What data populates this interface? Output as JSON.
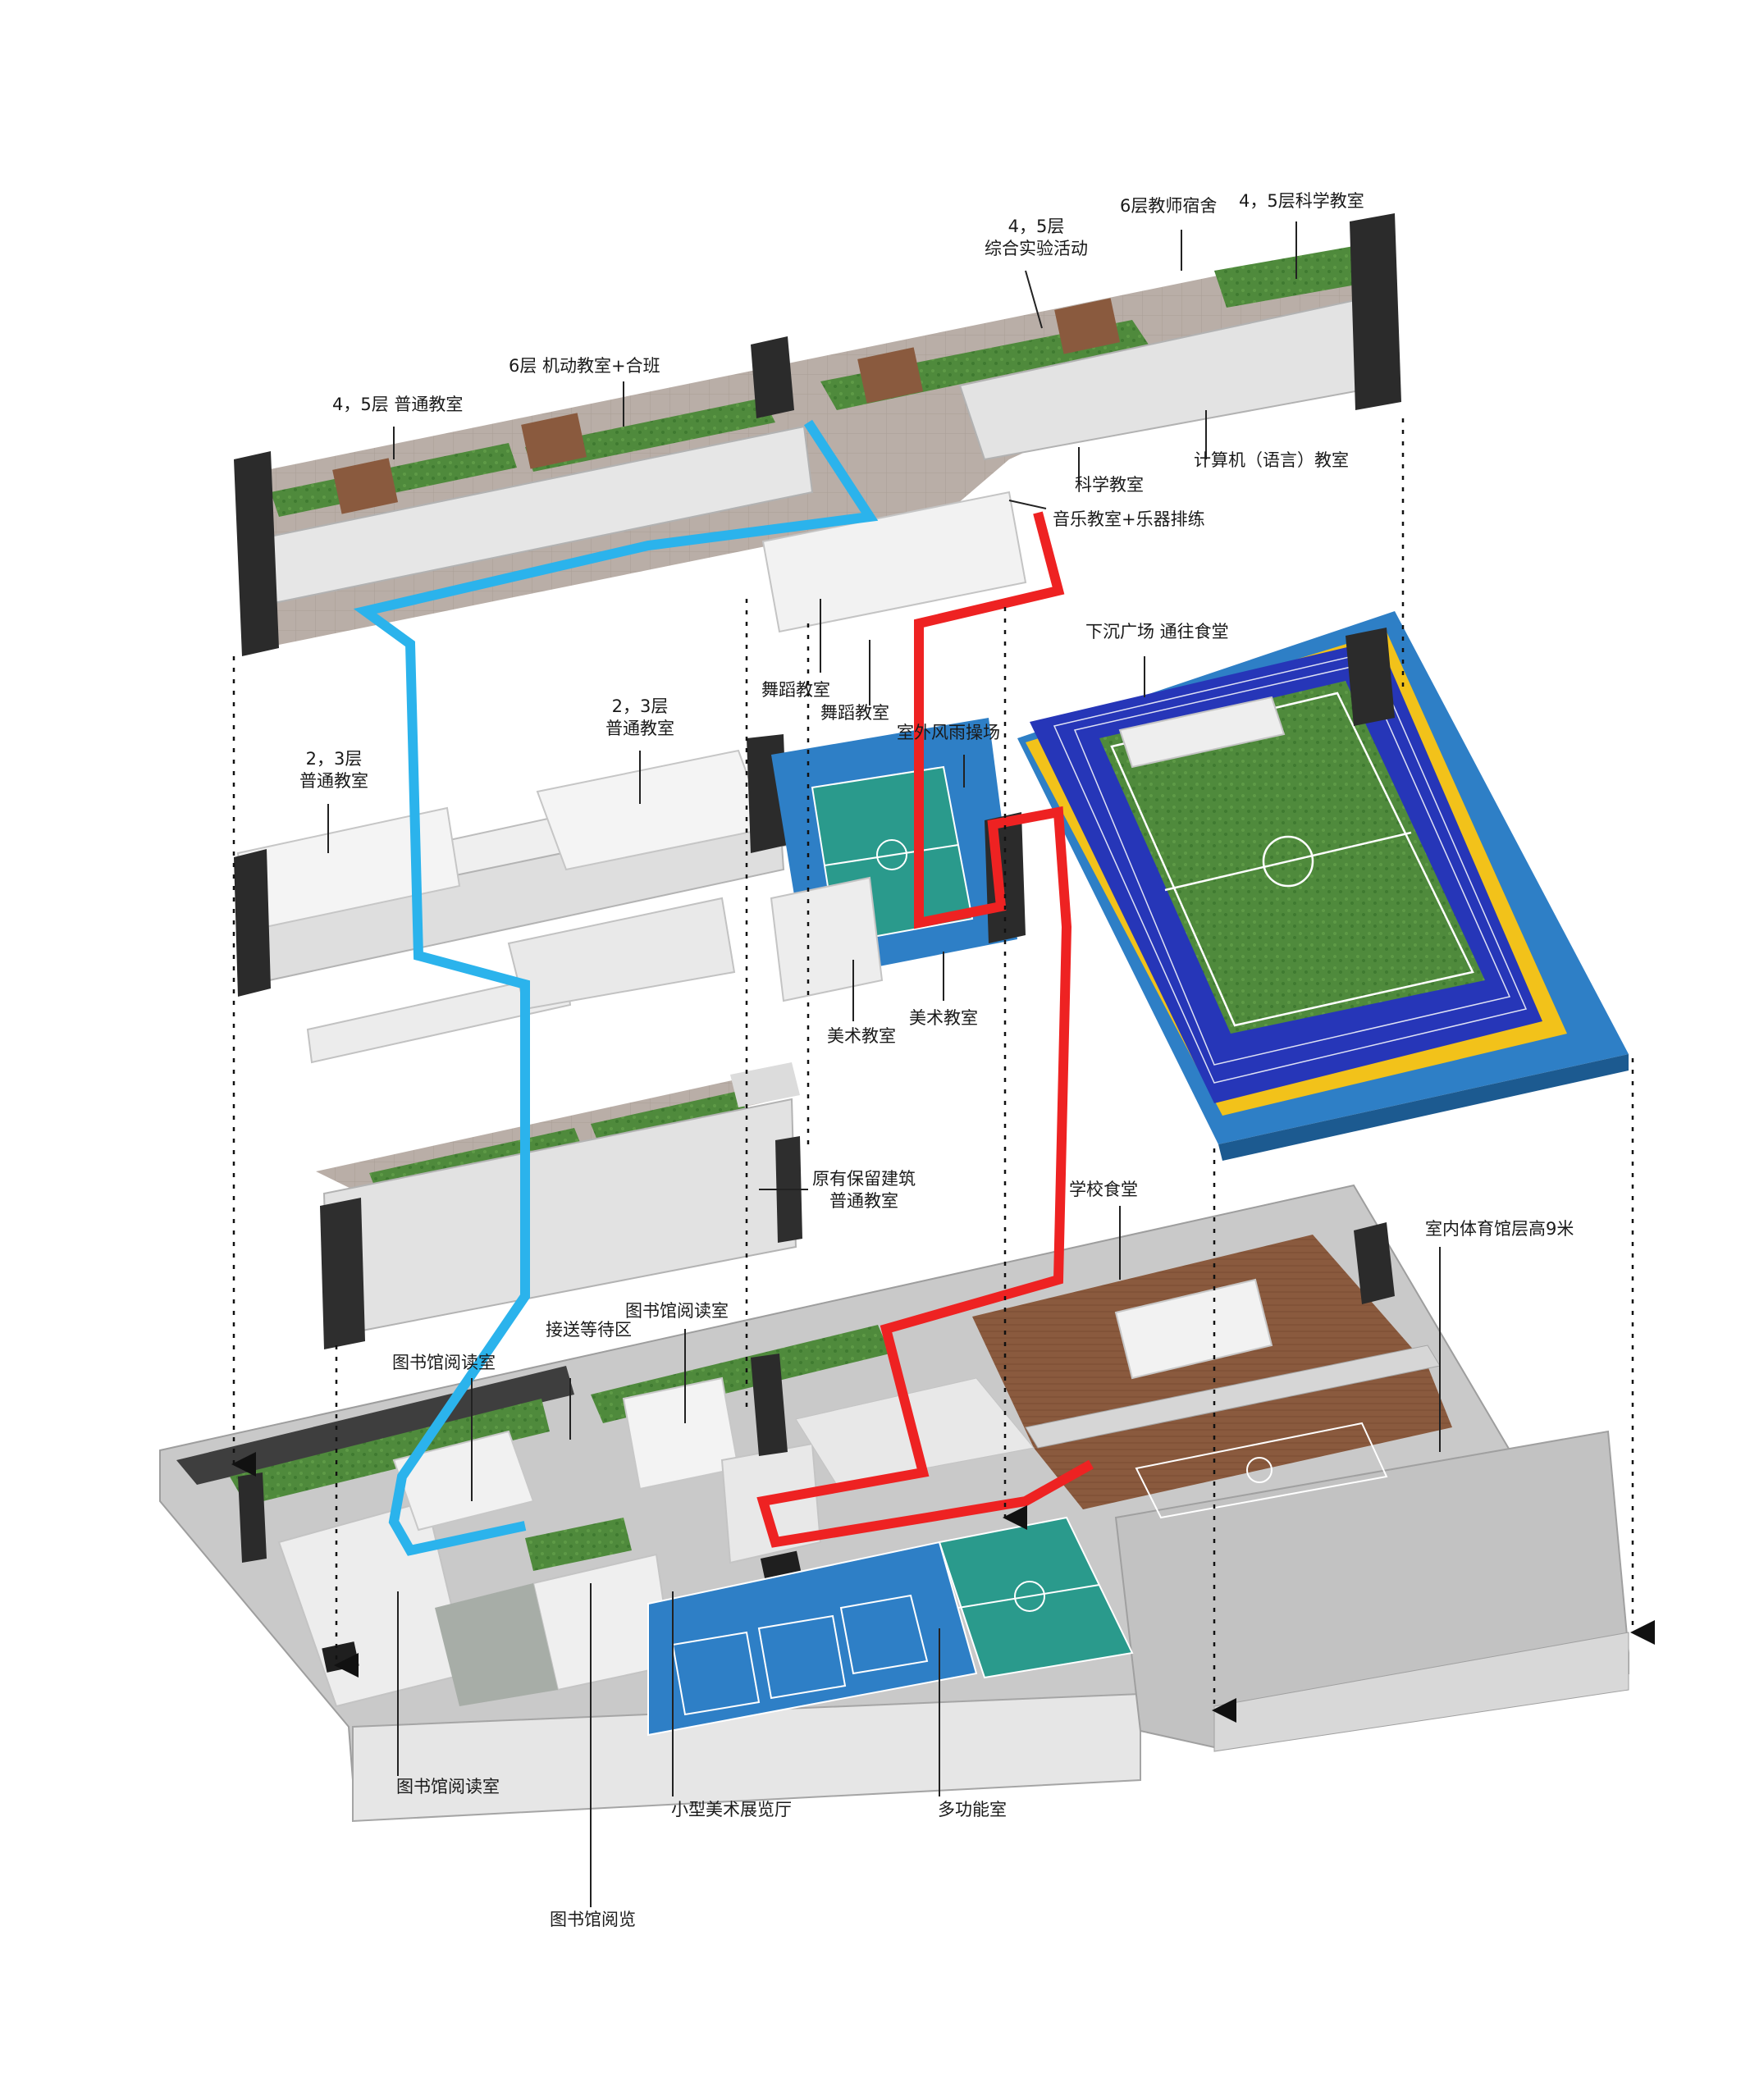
{
  "labels": {
    "l45_general": "4，5层 普通教室",
    "l6_mobile": "6层 机动教室+合班",
    "l45_lab_floor": "4，5层",
    "l45_lab": "综合实验活动",
    "l6_dorm": "6层教师宿舍",
    "l45_science": "4，5层科学教室",
    "computer": "计算机（语言）教室",
    "science": "科学教室",
    "music": "音乐教室+乐器排练",
    "dance1": "舞蹈教室",
    "dance2": "舞蹈教室",
    "sunken_plaza": "下沉广场 通往食堂",
    "outdoor_rain": "室外风雨操场",
    "l23_a_floor": "2，3层",
    "l23_a": "普通教室",
    "l23_b_floor": "2，3层",
    "l23_b": "普通教室",
    "art1": "美术教室",
    "art2": "美术教室",
    "preserved_a": "原有保留建筑",
    "preserved_b": "普通教室",
    "canteen": "学校食堂",
    "gym": "室内体育馆层高9米",
    "pickup": "接送等待区",
    "library_reading_a": "图书馆阅读室",
    "library_reading_b": "图书馆阅读室",
    "library_reading_c": "图书馆阅读室",
    "art_gallery": "小型美术展览厅",
    "multi_room": "多功能室",
    "library_browse": "图书馆阅览"
  },
  "colors": {
    "blue_route": "#2bb3ec",
    "red_route": "#ee2222",
    "roof_green": "#4f8a3c",
    "wood": "#8a5a3e",
    "track_blue": "#2636b8",
    "court_blue": "#2e7fc6",
    "court_teal": "#2a9a8c",
    "yellow_lane": "#f2c21a",
    "gray_base": "#bcbcbc",
    "dark_core": "#2b2b2b"
  }
}
